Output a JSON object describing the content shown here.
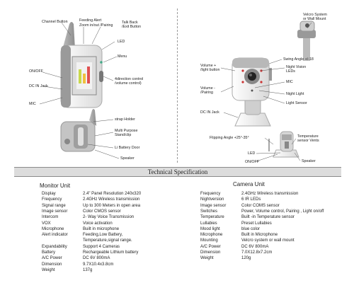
{
  "callouts": {
    "channel_button": "Channel Button",
    "feeding_alert": "Feeding Alert",
    "zoom_pairing": "Zoom in/out /Pairing",
    "talk_back": "Talk Back",
    "exit_button": "/Exit Button",
    "led": "LED",
    "menu": "Menu",
    "on_off": "ON/OFF",
    "dc_in_jack": "DC IN Jack",
    "four_direction_1": "4direction control",
    "four_direction_2": "/volume control)",
    "mic": "MIC",
    "strap_holder": "strap Holder",
    "multi_purpose_1": "Multi Purpose",
    "multi_purpose_2": "Stand/clip",
    "li_battery_door": "Li Battery Door",
    "speaker": "Speaker",
    "velcro_1": "Velcro System",
    "velcro_2": "or Wall Mount",
    "swing_angle": "Swing Angle +/-18",
    "volume_plus_1": "Volume +",
    "volume_plus_2": "/light button",
    "night_vision_1": "Night Vision",
    "night_vision_2": "LEDs",
    "volume_minus_1": "Volume -",
    "volume_minus_2": "/Pairing",
    "cam_mic": "MIC",
    "night_light": "Night Light",
    "light_sensor": "Light Sensor",
    "cam_dc_in": "DC IN Jack",
    "flipping_angle": "Flipping Angle +25°-35°",
    "temp_vents_1": "Temperature",
    "temp_vents_2": "sensor Vents",
    "cam_led": "LED",
    "cam_on_off": "ON/OFF",
    "cam_speaker": "Speaker"
  },
  "spec_title": "Technical Specification",
  "monitor": {
    "title": "Monitor Unit",
    "rows": [
      {
        "k": "Display",
        "v": "2.4\" Panel Resolution 240x320"
      },
      {
        "k": "Frequency",
        "v": "2.4GHz Wireless transmission"
      },
      {
        "k": "Signal range",
        "v": "Up to 300 Meters in open area"
      },
      {
        "k": "Image sensor",
        "v": "Color CMOS sensor"
      },
      {
        "k": "Intercom",
        "v": "2- Way Voice Transmission"
      },
      {
        "k": "VOX",
        "v": "Voice activation"
      },
      {
        "k": "Microphone",
        "v": "Built in microphone"
      },
      {
        "k": "Alert indicator",
        "v": "Feeding,Low Battery,"
      },
      {
        "k": "",
        "v": "Temperature,signal range."
      },
      {
        "k": "Expandability",
        "v": "Support 4 Cameras"
      },
      {
        "k": "Battery",
        "v": "Rechargeable Lithium battery"
      },
      {
        "k": "A/C Power",
        "v": "DC  6V 800mA"
      },
      {
        "k": "Dimension",
        "v": "9.7X10.4x3.8cm"
      },
      {
        "k": "Weight",
        "v": "137g"
      }
    ]
  },
  "camera": {
    "title": "Camera Unit",
    "rows": [
      {
        "k": "Frequency",
        "v": "2.4GHz Wireless transmission"
      },
      {
        "k": "Nightversion",
        "v": "6 IR LEDs"
      },
      {
        "k": "Image sensor",
        "v": "Color COMS sensor"
      },
      {
        "k": "Switches",
        "v": "Power, Volume control, Pairing , Light on/off"
      },
      {
        "k": "Temperature",
        "v": "Built -in Temperature sensor"
      },
      {
        "k": "Lullabies",
        "v": "Preset Lullabies"
      },
      {
        "k": "Mood light",
        "v": "blue color"
      },
      {
        "k": "Microphone",
        "v": "Built in Microphone"
      },
      {
        "k": "Mounting",
        "v": "Velcro system or wall mount"
      },
      {
        "k": "A/C Power",
        "v": "DC  6V 800mA"
      },
      {
        "k": "Dimension",
        "v": "7.0X12.8x7.2cm"
      },
      {
        "k": "Weight",
        "v": "120g"
      }
    ]
  }
}
